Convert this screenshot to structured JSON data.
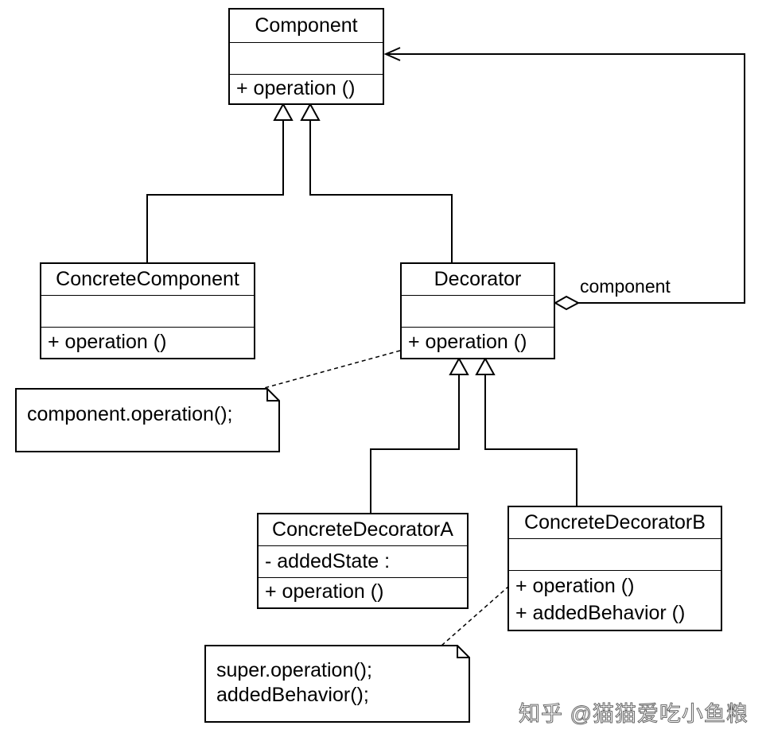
{
  "classes": {
    "component": {
      "name": "Component",
      "attributes": "",
      "operations": [
        "+ operation ()"
      ]
    },
    "concrete_component": {
      "name": "ConcreteComponent",
      "attributes": "",
      "operations": [
        "+ operation ()"
      ]
    },
    "decorator": {
      "name": "Decorator",
      "attributes": "",
      "operations": [
        "+ operation ()"
      ]
    },
    "concrete_decorator_a": {
      "name": "ConcreteDecoratorA",
      "attributes": "- addedState :",
      "operations": [
        "+ operation ()"
      ]
    },
    "concrete_decorator_b": {
      "name": "ConcreteDecoratorB",
      "attributes": "",
      "operations": [
        "+ operation ()",
        "+ addedBehavior ()"
      ]
    }
  },
  "notes": {
    "decorator_note": [
      "component.operation();"
    ],
    "decorator_b_note": [
      "super.operation();",
      "addedBehavior();"
    ]
  },
  "association_label": "component",
  "watermark": "知乎 @猫猫爱吃小鱼粮"
}
